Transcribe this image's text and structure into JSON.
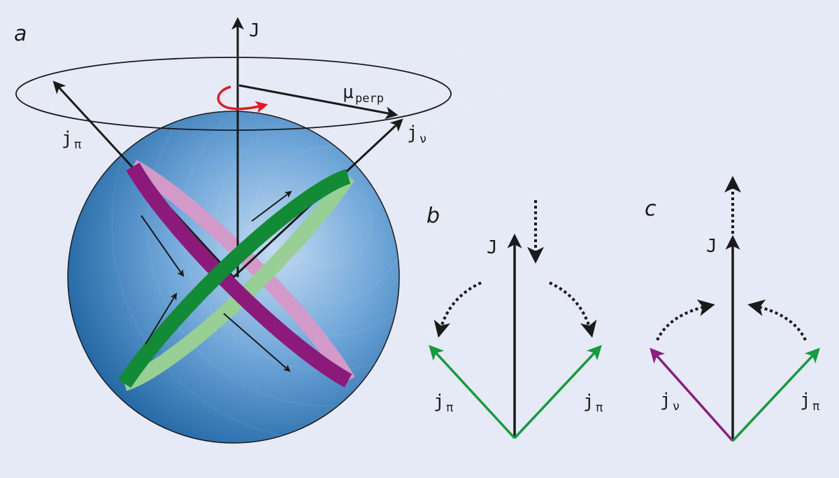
{
  "panels": {
    "a": {
      "letter": "a",
      "labels": {
        "J": "J",
        "mu_main": "μ",
        "mu_sub": "perp",
        "j_pi_main": "j",
        "j_pi_sub": "π",
        "j_nu_main": "j",
        "j_nu_sub": "ν"
      }
    },
    "b": {
      "letter": "b",
      "labels": {
        "J": "J",
        "left_main": "j",
        "left_sub": "π",
        "right_main": "j",
        "right_sub": "π"
      }
    },
    "c": {
      "letter": "c",
      "labels": {
        "J": "J",
        "left_main": "j",
        "left_sub": "ν",
        "right_main": "j",
        "right_sub": "π"
      }
    }
  },
  "colors": {
    "background": "#e6e9f6",
    "sphere_light": "#b9d3ef",
    "sphere_mid": "#4a8ccb",
    "sphere_dark": "#16609f",
    "ring_green_dark": "#138a36",
    "ring_green_light": "#97cf95",
    "ring_purple_dark": "#8c1a7a",
    "ring_pink_light": "#d39ac9",
    "vector_green": "#169a3e",
    "vector_purple": "#8a1f7e",
    "rotation_red": "#e11b22",
    "ink": "#1a1a1a"
  }
}
